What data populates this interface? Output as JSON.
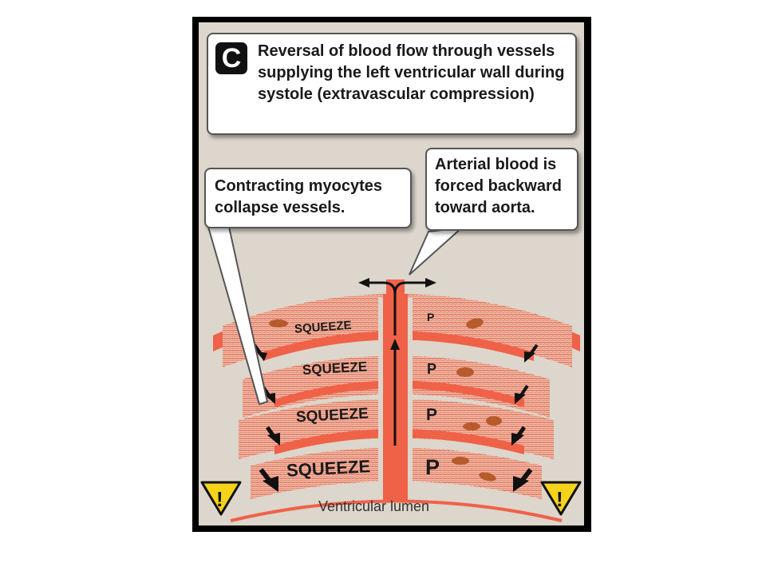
{
  "panel": {
    "badge_letter": "C",
    "title": "Reversal of blood flow through vessels supplying the left ventricular wall during systole (extravascular compression)"
  },
  "callouts": {
    "arterial": "Arterial blood is forced backward toward aorta.",
    "myocytes": "Contracting myocytes collapse vessels."
  },
  "diagram": {
    "squeeze_labels": [
      "SQUEEZE",
      "SQUEEZE",
      "SQUEEZE",
      "SQUEEZE"
    ],
    "pressure_labels": [
      "P",
      "P",
      "P",
      "P"
    ],
    "lumen_label": "Ventricular lumen",
    "warning_symbol": "!"
  },
  "colors": {
    "vessel_red": "#ef6248",
    "myocyte_fill": "#f6c7b6",
    "myocyte_stripe": "#d9694f",
    "nucleus": "#b75a2c",
    "background": "#dcd6cc",
    "warning_yellow": "#f5d31b"
  }
}
